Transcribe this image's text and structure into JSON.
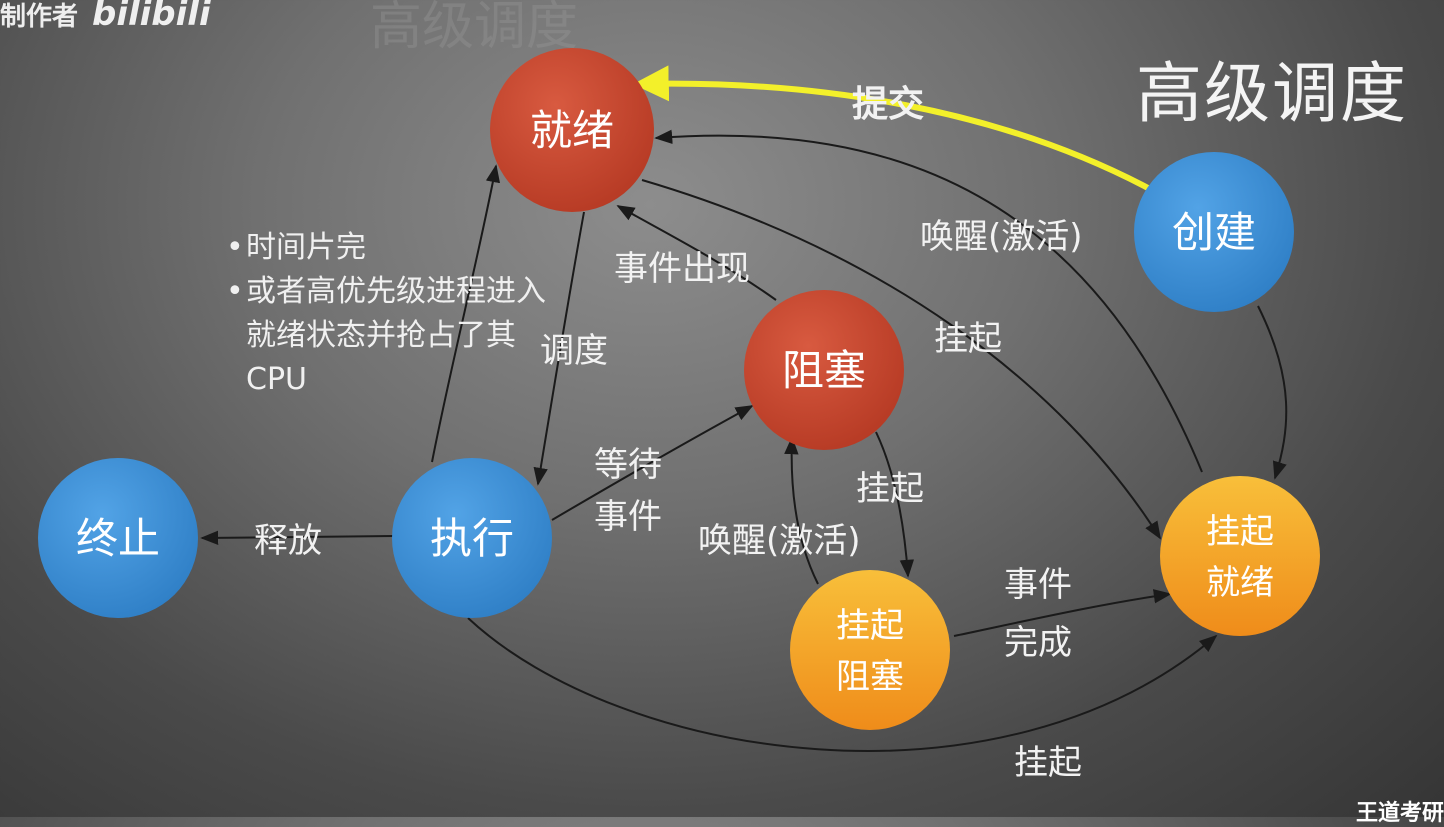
{
  "header": {
    "watermark": "制作者",
    "watermark_logo": "bilibili",
    "ghost_title": "高级调度",
    "title": "高级调度",
    "corner_text": "王道考研"
  },
  "colors": {
    "red_state": "#c8452e",
    "blue_state": "#3d8fd6",
    "orange_state": "#f59f1e",
    "highlight_arrow": "#f3f02a",
    "arrow": "#1a1a1a"
  },
  "nodes": {
    "ready": "就绪",
    "create": "创建",
    "blocked": "阻塞",
    "running": "执行",
    "terminated": "终止",
    "suspended_ready_line1": "挂起",
    "suspended_ready_line2": "就绪",
    "suspended_blocked_line1": "挂起",
    "suspended_blocked_line2": "阻塞"
  },
  "edges": {
    "submit": "提交",
    "wake_activate_top": "唤醒(激活)",
    "suspend_ready": "挂起",
    "event_occurs": "事件出现",
    "schedule": "调度",
    "wait_event_line1": "等待",
    "wait_event_line2": "事件",
    "release": "释放",
    "suspend_blocked": "挂起",
    "wake_activate_mid": "唤醒(激活)",
    "event_complete_line1": "事件",
    "event_complete_line2": "完成",
    "suspend_running": "挂起"
  },
  "note": {
    "bullet": "•",
    "item1": "时间片完",
    "item2": "或者高优先级进程进入就绪状态并抢占了其CPU"
  }
}
